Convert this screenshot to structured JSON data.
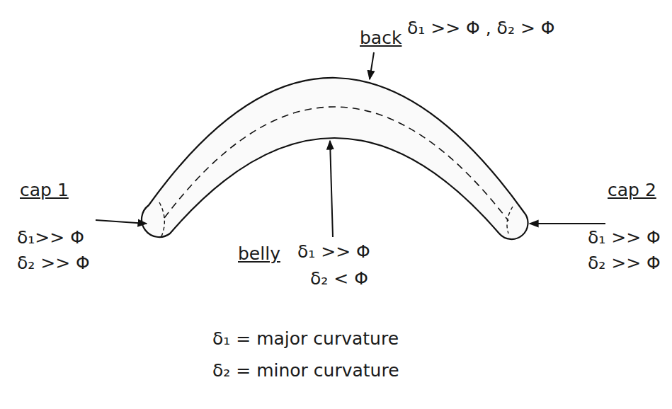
{
  "diagram": {
    "labels": [
      "back",
      "δ₁ >> Φ , δ₂ > Φ",
      "cap 1",
      "δ₁>> Φ",
      "δ₂ >> Φ",
      "belly",
      "δ₁ >> Φ",
      "δ₂ < Φ",
      "cap 2",
      "δ₁ >> Φ",
      "δ₂ >> Φ",
      "δ₁ = major curvature",
      "δ₂ = minor curvature"
    ]
  }
}
